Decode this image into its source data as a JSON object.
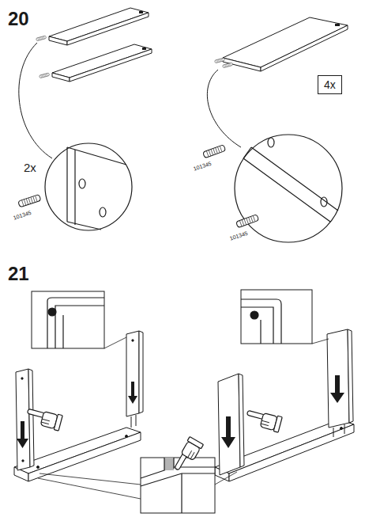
{
  "diagram": {
    "nodes": [
      {
        "text": [
          "4x"
        ]
      }
    ],
    "labels": [
      "20",
      "2x",
      "101345",
      "101345",
      "101345",
      "21"
    ]
  }
}
